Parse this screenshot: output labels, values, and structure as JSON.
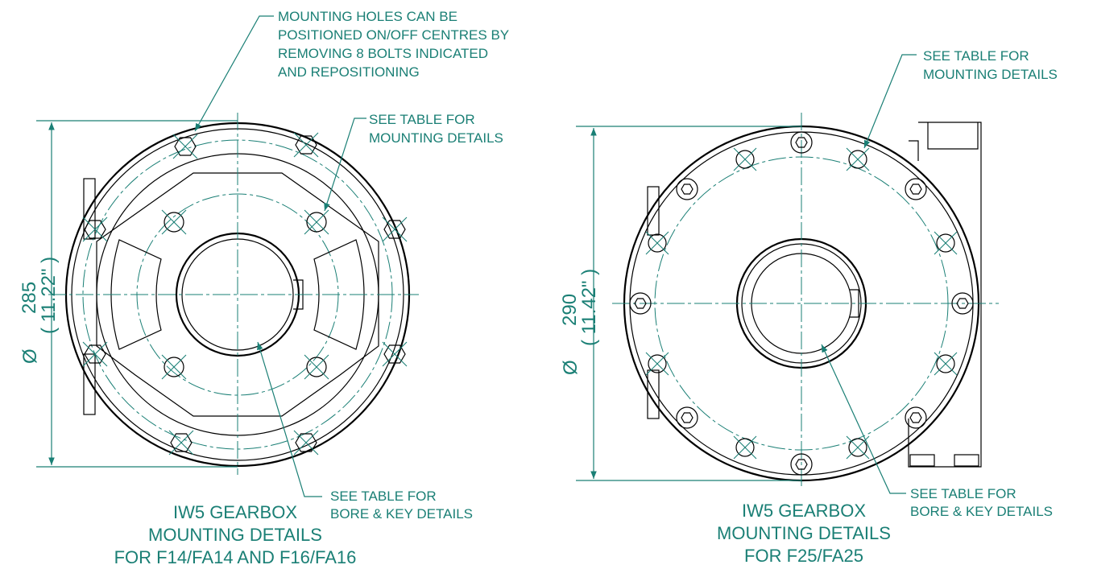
{
  "left_view": {
    "note_top": [
      "MOUNTING HOLES CAN BE",
      "POSITIONED ON/OFF CENTRES BY",
      "REMOVING 8 BOLTS INDICATED",
      "AND REPOSITIONING"
    ],
    "note_table": [
      "SEE TABLE FOR",
      "MOUNTING DETAILS"
    ],
    "note_bore": [
      "SEE TABLE FOR",
      "BORE & KEY DETAILS"
    ],
    "title": [
      "IW5 GEARBOX",
      "MOUNTING DETAILS",
      "FOR F14/FA14 AND F16/FA16"
    ],
    "dim_symbol": "Ø",
    "dim_mm": "285",
    "dim_in": "( 11.22\" )"
  },
  "right_view": {
    "note_table": [
      "SEE TABLE FOR",
      "MOUNTING DETAILS"
    ],
    "note_bore": [
      "SEE TABLE FOR",
      "BORE & KEY DETAILS"
    ],
    "title": [
      "IW5 GEARBOX",
      "MOUNTING DETAILS",
      "FOR F25/FA25"
    ],
    "dim_symbol": "Ø",
    "dim_mm": "290",
    "dim_in": "( 11.42\" )"
  },
  "colors": {
    "annotation": "#1a7f75",
    "linework": "#000000"
  }
}
